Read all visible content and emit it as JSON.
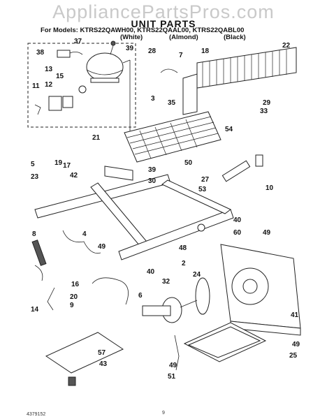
{
  "watermark": "AppliancePartsPros.com",
  "title": "UNIT PARTS",
  "models_line": "For Models: KTRS22QAWH00, KTRS22QAAL00, KTRS22QABL00",
  "variants": [
    "(White)",
    "(Almond)",
    "(Black)"
  ],
  "callouts": [
    "37",
    "38",
    "39",
    "13",
    "12",
    "15",
    "11",
    "28",
    "7",
    "18",
    "22",
    "3",
    "35",
    "29",
    "33",
    "54",
    "21",
    "50",
    "19",
    "17",
    "42",
    "5",
    "39",
    "30",
    "23",
    "27",
    "10",
    "53",
    "40",
    "60",
    "49",
    "8",
    "4",
    "48",
    "49",
    "40",
    "24",
    "2",
    "32",
    "6",
    "16",
    "20",
    "14",
    "9",
    "57",
    "43",
    "49",
    "51",
    "41",
    "49",
    "25"
  ],
  "footer_left": "4379152",
  "footer_page": "9"
}
